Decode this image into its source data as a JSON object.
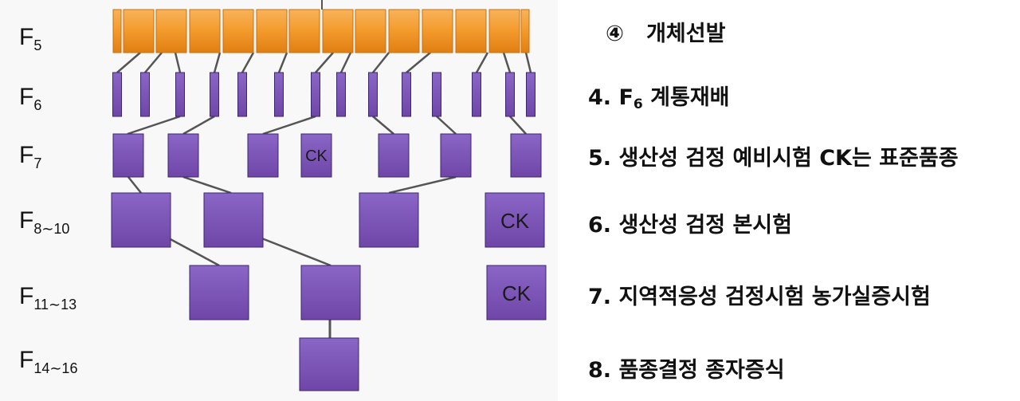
{
  "generations": [
    {
      "base": "F",
      "sub": "5"
    },
    {
      "base": "F",
      "sub": "6"
    },
    {
      "base": "F",
      "sub": "7"
    },
    {
      "base": "F",
      "sub": "8∼10"
    },
    {
      "base": "F",
      "sub": "11∼13"
    },
    {
      "base": "F",
      "sub": "14∼16"
    }
  ],
  "check_label": "CK",
  "steps": [
    {
      "prefix": "④",
      "text": "개체선발"
    },
    {
      "prefix": "4. F",
      "sub": "6",
      "text": " 계통재배"
    },
    {
      "prefix": "",
      "text": "5. 생산성 검정 예비시험 CK는 표준품종"
    },
    {
      "prefix": "",
      "text": "6. 생산성 검정 본시험"
    },
    {
      "prefix": "",
      "text": "7. 지역적응성 검정시험 농가실증시험"
    },
    {
      "prefix": "",
      "text": "8. 품종결정 종자증식"
    }
  ],
  "colors": {
    "f5_fill": "#f39a2c",
    "f5_stroke": "#c96f0f",
    "line_fill": "#7b54b5",
    "line_stroke": "#3b2670",
    "connector": "#555555"
  }
}
